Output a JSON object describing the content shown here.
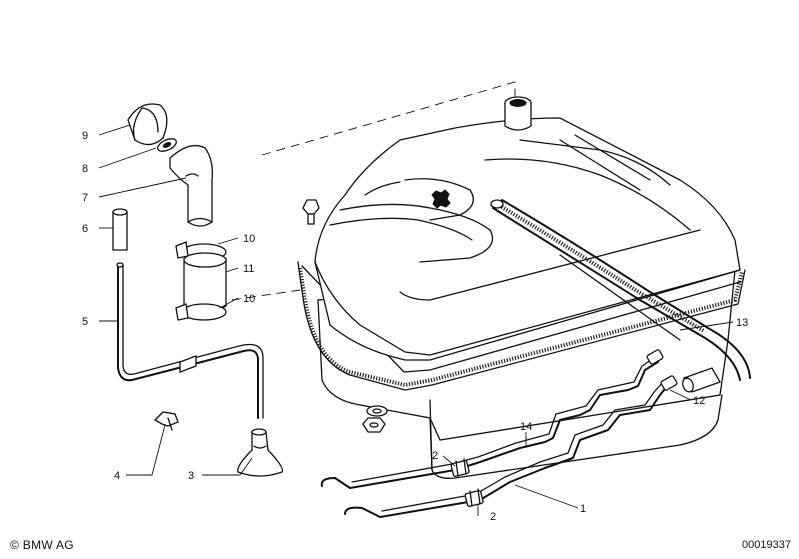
{
  "callouts": {
    "c1": "1",
    "c2a": "2",
    "c2b": "2",
    "c3": "3",
    "c4": "4",
    "c5": "5",
    "c6": "6",
    "c7": "7",
    "c8": "8",
    "c9": "9",
    "c10a": "10",
    "c10b": "10",
    "c11": "11",
    "c12": "12",
    "c13": "13",
    "c14": "14"
  },
  "footer": {
    "brand": "© BMW AG",
    "catalog_number": "00019337"
  }
}
